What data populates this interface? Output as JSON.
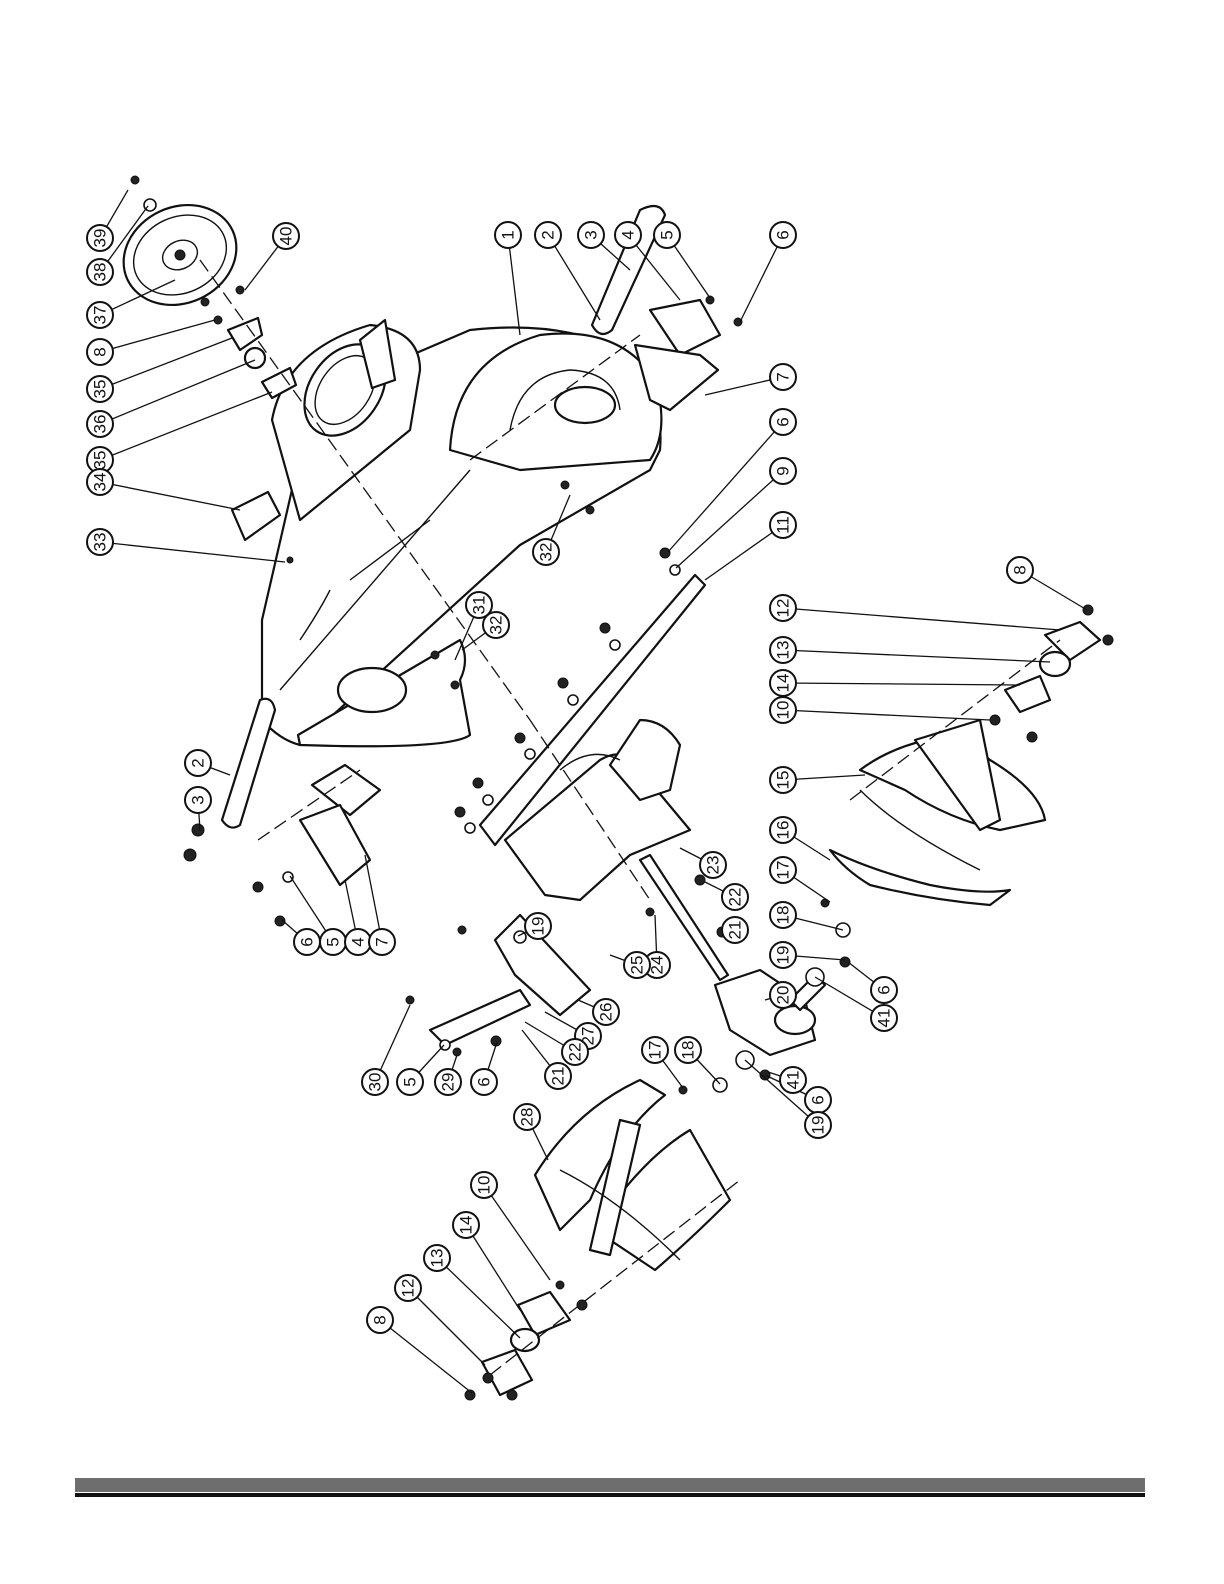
{
  "diagram": {
    "callouts": [
      {
        "label": "39"
      },
      {
        "label": "38"
      },
      {
        "label": "37"
      },
      {
        "label": "40"
      },
      {
        "label": "8"
      },
      {
        "label": "35"
      },
      {
        "label": "36"
      },
      {
        "label": "35"
      },
      {
        "label": "34"
      },
      {
        "label": "33"
      },
      {
        "label": "1"
      },
      {
        "label": "2"
      },
      {
        "label": "3"
      },
      {
        "label": "4"
      },
      {
        "label": "5"
      },
      {
        "label": "6"
      },
      {
        "label": "7"
      },
      {
        "label": "6"
      },
      {
        "label": "9"
      },
      {
        "label": "11"
      },
      {
        "label": "32"
      },
      {
        "label": "31"
      },
      {
        "label": "32"
      },
      {
        "label": "2"
      },
      {
        "label": "3"
      },
      {
        "label": "6"
      },
      {
        "label": "5"
      },
      {
        "label": "4"
      },
      {
        "label": "7"
      },
      {
        "label": "8"
      },
      {
        "label": "12"
      },
      {
        "label": "13"
      },
      {
        "label": "14"
      },
      {
        "label": "10"
      },
      {
        "label": "15"
      },
      {
        "label": "16"
      },
      {
        "label": "17"
      },
      {
        "label": "18"
      },
      {
        "label": "19"
      },
      {
        "label": "20"
      },
      {
        "label": "6"
      },
      {
        "label": "41"
      },
      {
        "label": "23"
      },
      {
        "label": "22"
      },
      {
        "label": "21"
      },
      {
        "label": "24"
      },
      {
        "label": "25"
      },
      {
        "label": "19"
      },
      {
        "label": "26"
      },
      {
        "label": "27"
      },
      {
        "label": "22"
      },
      {
        "label": "21"
      },
      {
        "label": "30"
      },
      {
        "label": "5"
      },
      {
        "label": "29"
      },
      {
        "label": "6"
      },
      {
        "label": "17"
      },
      {
        "label": "18"
      },
      {
        "label": "41"
      },
      {
        "label": "6"
      },
      {
        "label": "19"
      },
      {
        "label": "28"
      },
      {
        "label": "10"
      },
      {
        "label": "14"
      },
      {
        "label": "13"
      },
      {
        "label": "12"
      },
      {
        "label": "8"
      }
    ]
  },
  "colors": {
    "line": "#111111",
    "footer_bar": "#6e6e6e",
    "footer_rule": "#111111"
  }
}
